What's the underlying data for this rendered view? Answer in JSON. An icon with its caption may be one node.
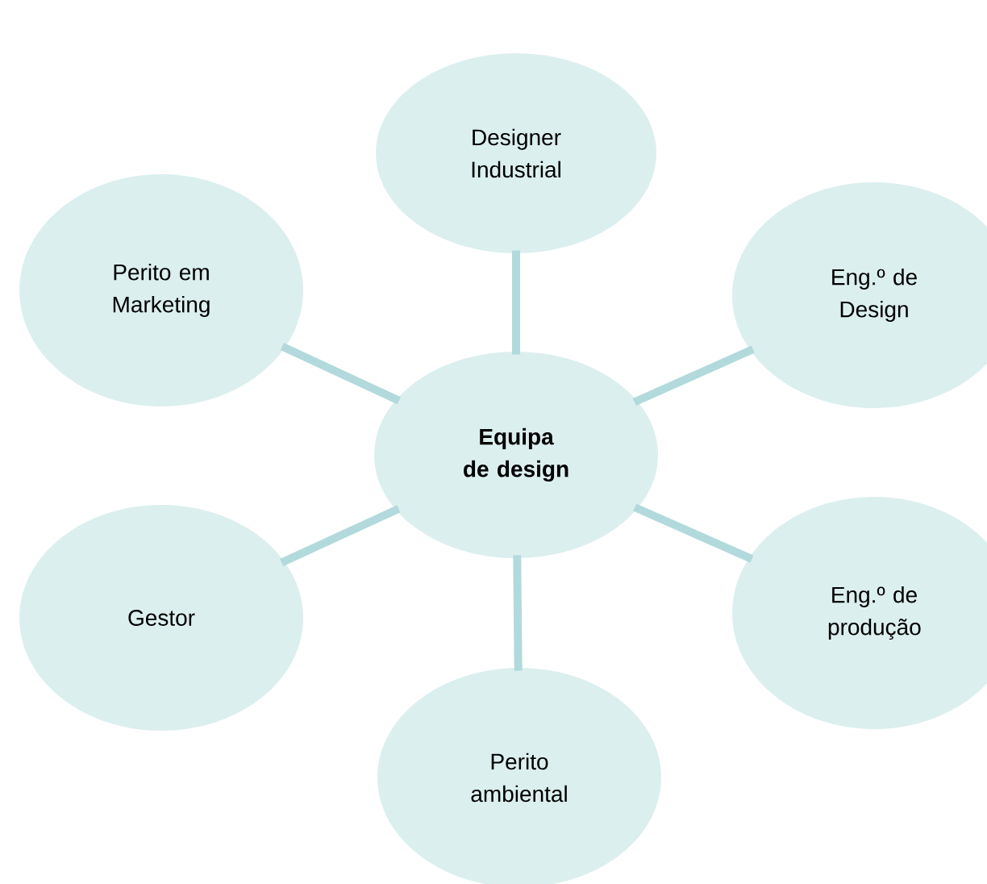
{
  "diagram": {
    "nodes": [
      {
        "text": [
          "Equipa de design"
        ]
      },
      {
        "text": [
          "Designer Industrial"
        ]
      },
      {
        "text": [
          "Perito em Marketing"
        ]
      },
      {
        "text": [
          "Eng.º de Design"
        ]
      },
      {
        "text": [
          "Gestor"
        ]
      },
      {
        "text": [
          "Eng.º de produção"
        ]
      },
      {
        "text": [
          "Perito ambiental"
        ]
      }
    ],
    "edges": [
      {
        "from": 0,
        "to": 1,
        "arrow": "none"
      },
      {
        "from": 0,
        "to": 2,
        "arrow": "none"
      },
      {
        "from": 0,
        "to": 3,
        "arrow": "none"
      },
      {
        "from": 0,
        "to": 4,
        "arrow": "none"
      },
      {
        "from": 0,
        "to": 5,
        "arrow": "none"
      },
      {
        "from": 0,
        "to": 6,
        "arrow": "none"
      }
    ]
  }
}
